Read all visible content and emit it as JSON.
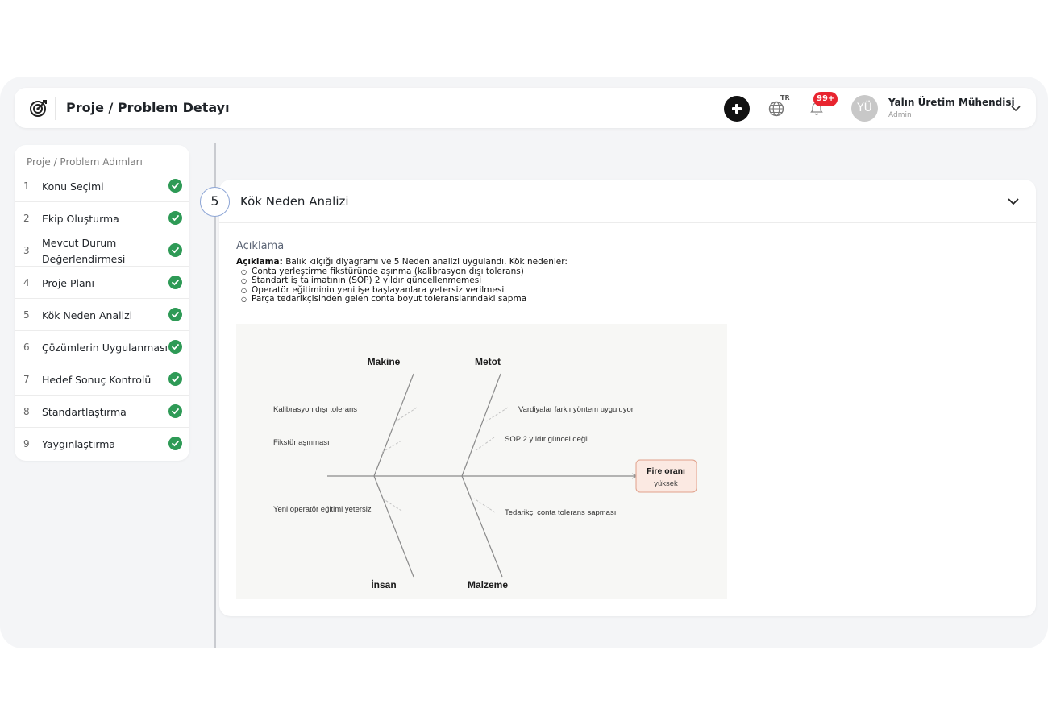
{
  "header": {
    "title": "Proje / Problem Detayı",
    "language": "TR",
    "notifications_badge": "99+",
    "user": {
      "initials": "YÜ",
      "name": "Yalın Üretim Mühendisi",
      "role": "Admin"
    }
  },
  "sidebar": {
    "title": "Proje / Problem Adımları",
    "items": [
      {
        "num": "1",
        "label": "Konu Seçimi",
        "status": "done"
      },
      {
        "num": "2",
        "label": "Ekip Oluşturma",
        "status": "done"
      },
      {
        "num": "3",
        "label": "Mevcut Durum Değerlendirmesi",
        "status": "done"
      },
      {
        "num": "4",
        "label": "Proje Planı",
        "status": "done"
      },
      {
        "num": "5",
        "label": "Kök Neden Analizi",
        "status": "done"
      },
      {
        "num": "6",
        "label": "Çözümlerin Uygulanması",
        "status": "done"
      },
      {
        "num": "7",
        "label": "Hedef Sonuç Kontrolü",
        "status": "done"
      },
      {
        "num": "8",
        "label": "Standartlaştırma",
        "status": "done"
      },
      {
        "num": "9",
        "label": "Yaygınlaştırma",
        "status": "done"
      }
    ]
  },
  "section": {
    "step_number": "5",
    "title": "Kök Neden Analizi",
    "description_label": "Açıklama",
    "description_bold": "Açıklama:",
    "description_intro": "Balık kılçığı diyagramı ve 5 Neden analizi uygulandı. Kök nedenler:",
    "causes": [
      "Conta yerleştirme fikstüründe aşınma (kalibrasyon dışı tolerans)",
      "Standart iş talimatının (SOP) 2 yıldır güncellenmemesi",
      "Operatör eğitiminin yeni işe başlayanlara yetersiz verilmesi",
      "Parça tedarikçisinden gelen conta boyut toleranslarındaki sapma"
    ]
  },
  "fishbone": {
    "categories": {
      "top_left": "Makine",
      "top_right": "Metot",
      "bottom_left": "İnsan",
      "bottom_right": "Malzeme"
    },
    "causes": {
      "makine_1": "Kalibrasyon dışı tolerans",
      "makine_2": "Fikstür aşınması",
      "metot_1": "Vardiyalar farklı yöntem uyguluyor",
      "metot_2": "SOP 2 yıldır güncel değil",
      "insan_1": "Yeni operatör eğitimi yetersiz",
      "malzeme_1": "Tedarikçi conta tolerans sapması"
    },
    "effect_line1": "Fire oranı",
    "effect_line2": "yüksek"
  },
  "colors": {
    "check_green": "#2e9a56",
    "badge_red": "#e8242f",
    "effect_fill": "#fbe9e2",
    "effect_border": "#e0a08a"
  }
}
